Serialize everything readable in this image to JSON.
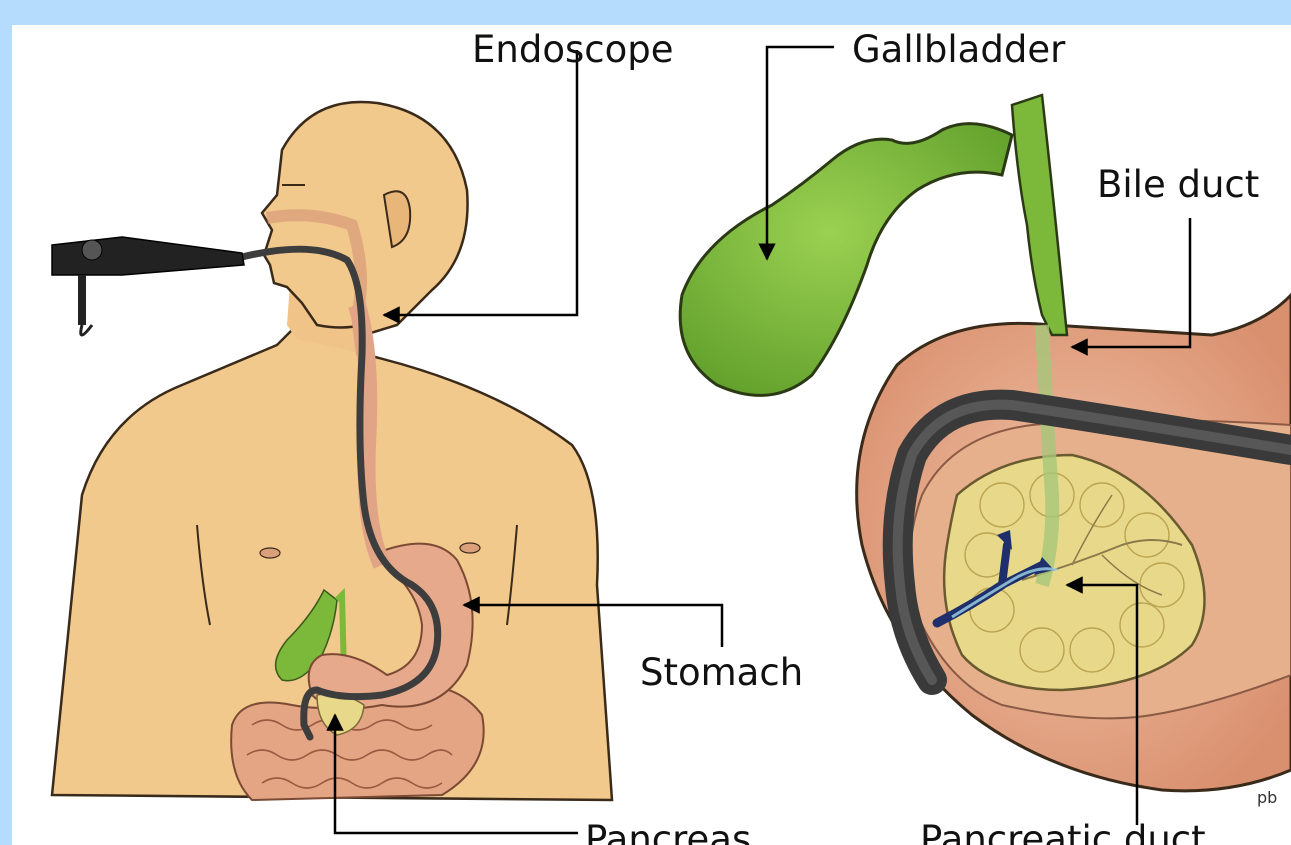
{
  "labels": {
    "endoscope": "Endoscope",
    "gallbladder": "Gallbladder",
    "bile_duct": "Bile duct",
    "stomach": "Stomach",
    "pancreas": "Pancreas",
    "pancreatic_duct": "Pancreatic duct"
  },
  "signature": "pb",
  "colors": {
    "page_border": "#b5dcfd",
    "skin": "#f2c98c",
    "organ_pink": "#e6a98c",
    "gallbladder_green": "#7cb83a",
    "pancreas_yellow": "#e8d98a",
    "endoscope": "#3d3d3d",
    "duct_blue": "#1f2f6b"
  }
}
